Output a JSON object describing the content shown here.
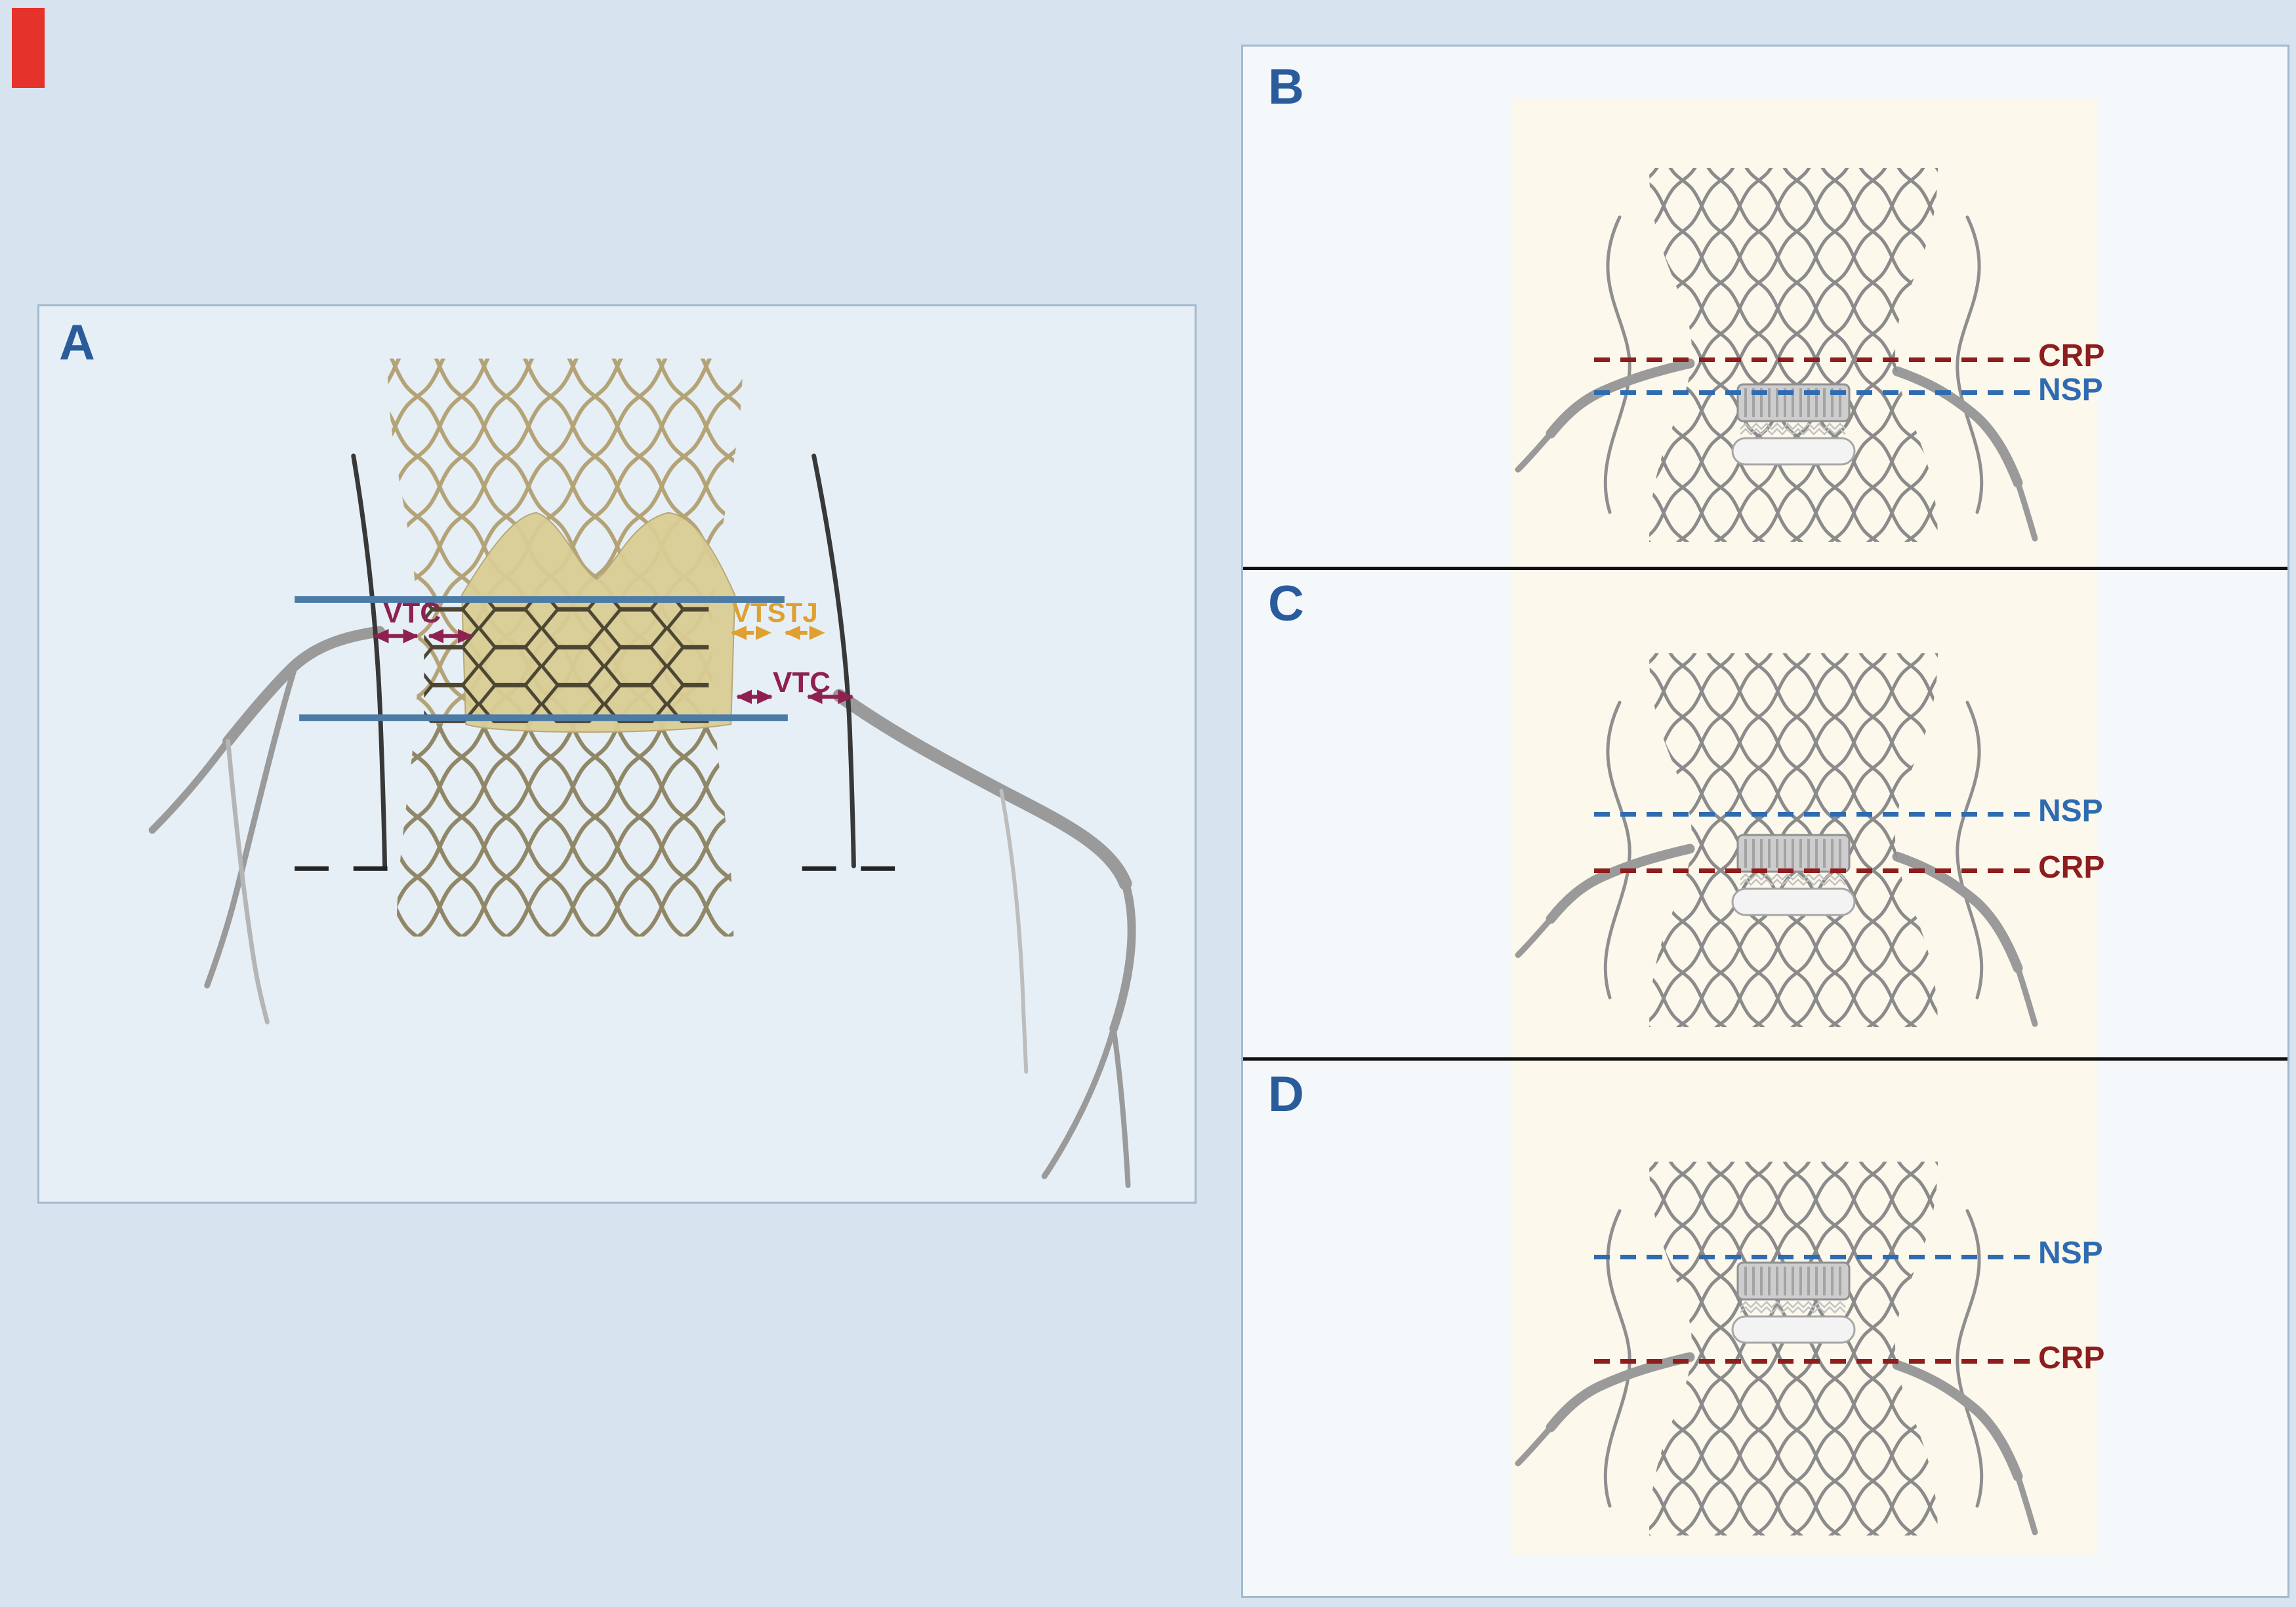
{
  "page": {
    "background": "#d7e3ee",
    "corner_marker_color": "#e5322b"
  },
  "colors": {
    "panel_letter": "#2a5c9c",
    "vtc": "#8e2150",
    "vtstj": "#dfa02f",
    "crp": "#8e1d1d",
    "nsp": "#2e6bb0",
    "reference_line": "#4c7ba6",
    "tan_stent": "#b3a377",
    "gray_stent": "#8b8b8b"
  },
  "panels": {
    "a": {
      "label": "A",
      "annotations": {
        "vtc_left": "VTC",
        "vtstj": "VTSTJ",
        "vtc_right": "VTC"
      }
    },
    "b": {
      "label": "B",
      "lines": [
        {
          "id": "crp",
          "label": "CRP",
          "color": "#8e1d1d"
        },
        {
          "id": "nsp",
          "label": "NSP",
          "color": "#2e6bb0"
        }
      ]
    },
    "c": {
      "label": "C",
      "lines": [
        {
          "id": "nsp",
          "label": "NSP",
          "color": "#2e6bb0"
        },
        {
          "id": "crp",
          "label": "CRP",
          "color": "#8e1d1d"
        }
      ]
    },
    "d": {
      "label": "D",
      "lines": [
        {
          "id": "nsp",
          "label": "NSP",
          "color": "#2e6bb0"
        },
        {
          "id": "crp",
          "label": "CRP",
          "color": "#8e1d1d"
        }
      ]
    }
  }
}
